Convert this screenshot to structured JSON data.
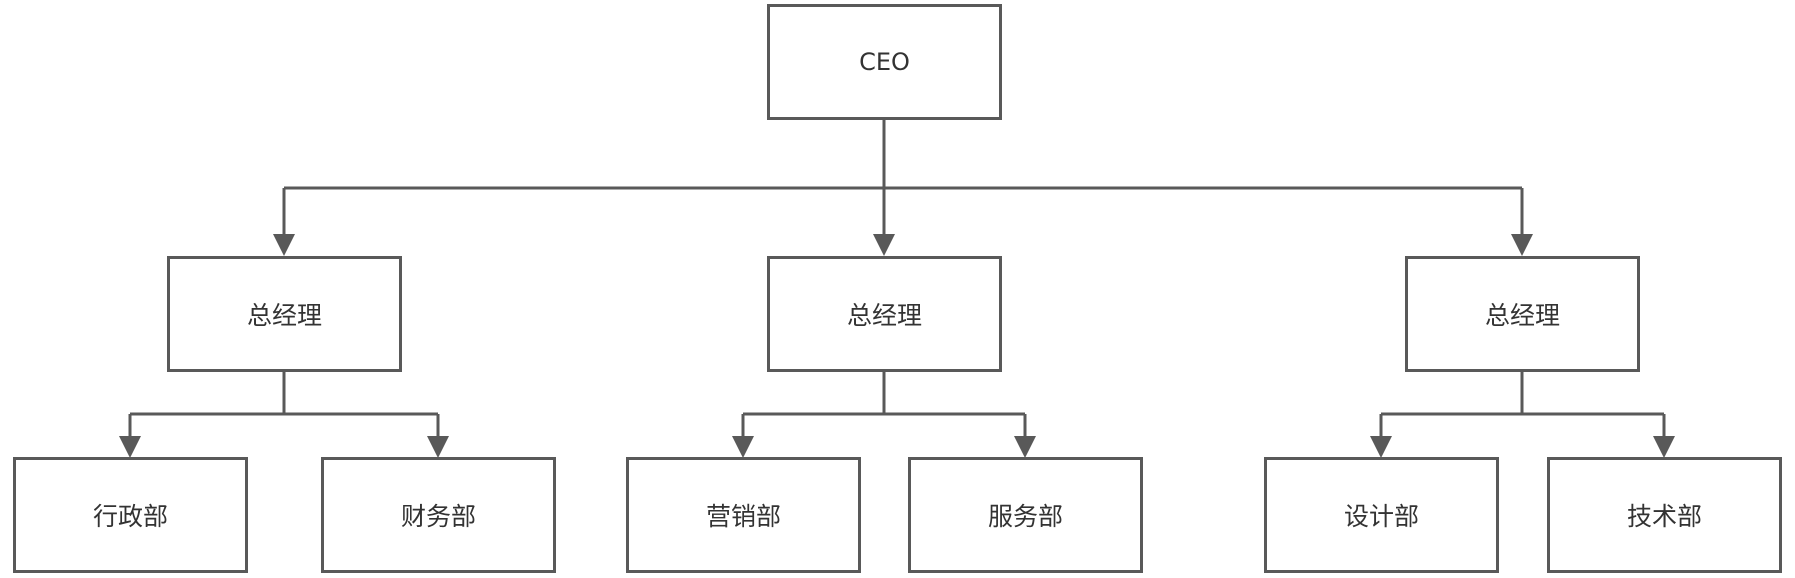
{
  "colors": {
    "line": "#595959",
    "box_border": "#595959",
    "text": "#333333",
    "background": "#ffffff"
  },
  "root": {
    "label": "CEO"
  },
  "managers": [
    {
      "label": "总经理",
      "departments": [
        {
          "label": "行政部"
        },
        {
          "label": "财务部"
        }
      ]
    },
    {
      "label": "总经理",
      "departments": [
        {
          "label": "营销部"
        },
        {
          "label": "服务部"
        }
      ]
    },
    {
      "label": "总经理",
      "departments": [
        {
          "label": "设计部"
        },
        {
          "label": "技术部"
        }
      ]
    }
  ]
}
